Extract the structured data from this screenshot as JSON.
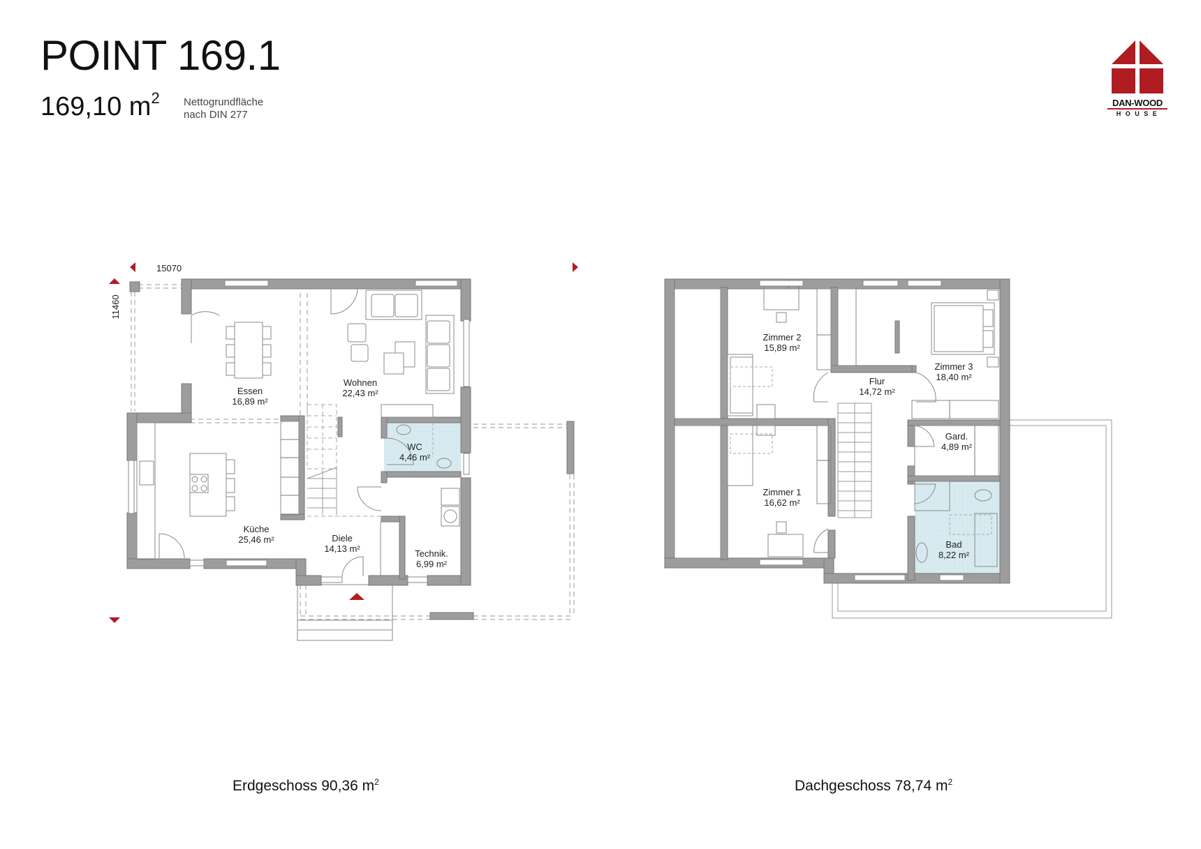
{
  "header": {
    "title": "POINT 169.1",
    "area_value": "169,10 m",
    "area_sup": "2",
    "note_line1": "Nettogrundfläche",
    "note_line2": "nach DIN 277"
  },
  "logo": {
    "name": "DAN-WOOD",
    "sub": "HOUSE",
    "color": "#b01c22"
  },
  "dimensions": {
    "width": "15070",
    "depth": "11460"
  },
  "ground_floor": {
    "label": "Erdgeschoss 90,36 m",
    "label_sup": "2",
    "rooms": [
      {
        "name": "Essen",
        "area": "16,89 m²"
      },
      {
        "name": "Wohnen",
        "area": "22,43 m²"
      },
      {
        "name": "Küche",
        "area": "25,46 m²"
      },
      {
        "name": "WC",
        "area": "4,46 m²"
      },
      {
        "name": "Diele",
        "area": "14,13 m²"
      },
      {
        "name": "Technik.",
        "area": "6,99 m²"
      }
    ]
  },
  "upper_floor": {
    "label": "Dachgeschoss 78,74 m",
    "label_sup": "2",
    "rooms": [
      {
        "name": "Zimmer 2",
        "area": "15,89 m²"
      },
      {
        "name": "Zimmer 3",
        "area": "18,40 m²"
      },
      {
        "name": "Flur",
        "area": "14,72 m²"
      },
      {
        "name": "Gard.",
        "area": "4,89 m²"
      },
      {
        "name": "Zimmer 1",
        "area": "16,62 m²"
      },
      {
        "name": "Bad",
        "area": "8,22 m²"
      }
    ]
  },
  "colors": {
    "wall": "#9d9d9d",
    "wet_room": "#dbecf0",
    "marker": "#b01c22"
  }
}
